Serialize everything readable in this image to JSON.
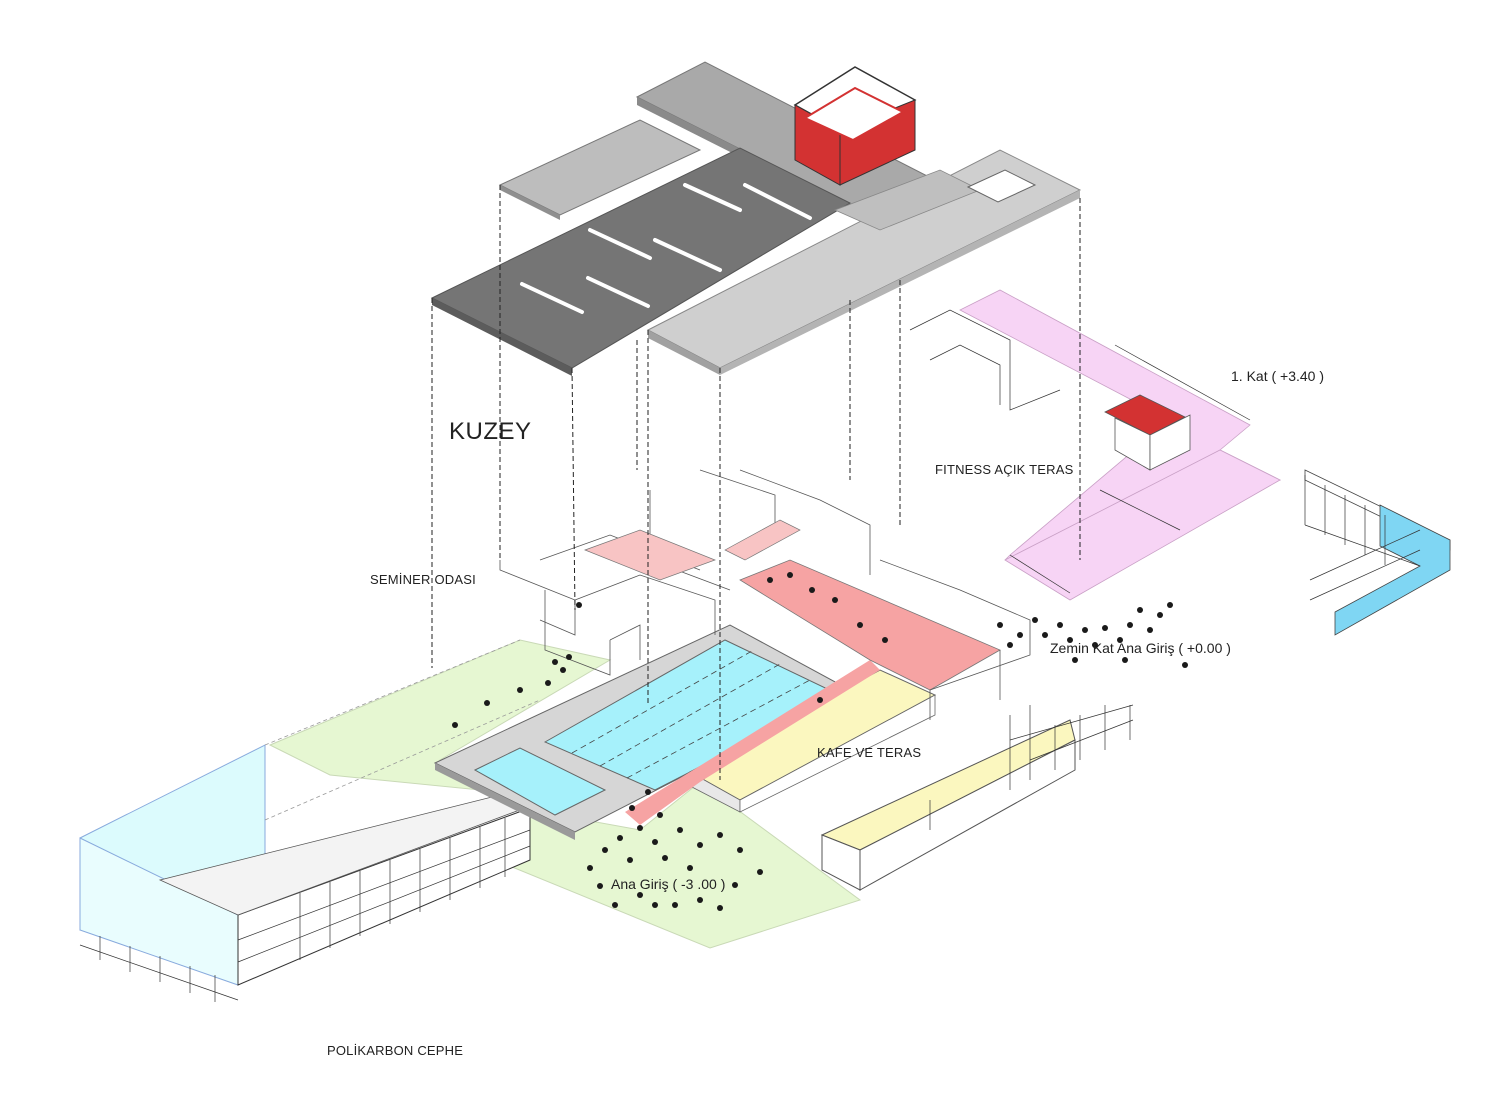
{
  "labels": {
    "north": "KUZEY",
    "seminar_room": "SEMİNER ODASI",
    "fitness_terrace": "FITNESS AÇIK TERAS",
    "first_floor": "1. Kat ( +3.40 )",
    "ground_entrance": "Zemin Kat Ana Giriş ( +0.00 )",
    "cafe_terrace": "KAFE VE TERAS",
    "main_entrance": "Ana Giriş ( -3 .00 )",
    "polycarbonate_facade": "POLİKARBON CEPHE"
  },
  "colors": {
    "roof_dark": "#757575",
    "roof_mid": "#a9a9a9",
    "roof_light": "#cfcfcf",
    "accent_red": "#d33232",
    "pool_water": "#a6f1fb",
    "lawn_green": "#e6f7d2",
    "fitness_pink": "#f7d4f5",
    "circulation_red": "#f6a3a3",
    "cafe_yellow": "#fbf7bf",
    "facade_cyan": "#dcfbfd",
    "facade_blue": "#7fd6f3",
    "people_dots": "#1a1a1a"
  }
}
